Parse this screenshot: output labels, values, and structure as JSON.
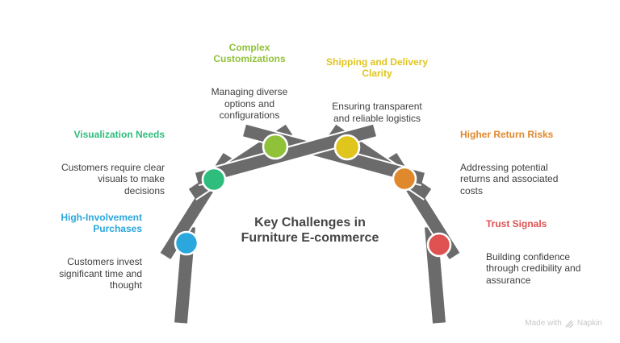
{
  "title": "Key Challenges in\nFurniture E-commerce",
  "watermark": {
    "prefix": "Made with",
    "brand": "Napkin"
  },
  "colors": {
    "plank": "#6B6B6B",
    "title": "#454545",
    "body_text": "#3E3E3E",
    "watermark": "#C8C8C8"
  },
  "nodes": [
    {
      "id": "high-involvement-purchases",
      "heading": "High-Involvement\nPurchases",
      "body": "Customers invest\nsignificant time and\nthought",
      "color": "#2AA7DC"
    },
    {
      "id": "visualization-needs",
      "heading": "Visualization Needs",
      "body": "Customers require clear\nvisuals to make\ndecisions",
      "color": "#2EBD7C"
    },
    {
      "id": "complex-customizations",
      "heading": "Complex\nCustomizations",
      "body": "Managing diverse\noptions and\nconfigurations",
      "color": "#8FC139"
    },
    {
      "id": "shipping-and-delivery-clarity",
      "heading": "Shipping and Delivery\nClarity",
      "body": "Ensuring transparent\nand reliable logistics",
      "color": "#E0C51C"
    },
    {
      "id": "higher-return-risks",
      "heading": "Higher Return Risks",
      "body": "Addressing potential\nreturns and associated\ncosts",
      "color": "#E0882C"
    },
    {
      "id": "trust-signals",
      "heading": "Trust Signals",
      "body": "Building confidence\nthrough credibility and\nassurance",
      "color": "#E05151"
    }
  ]
}
